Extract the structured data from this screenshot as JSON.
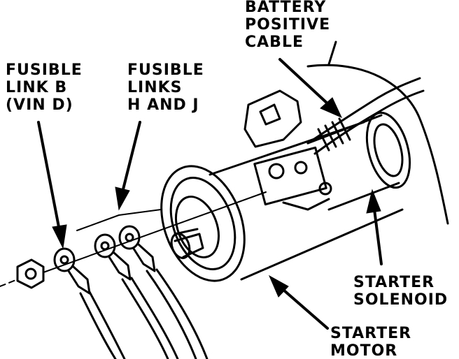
{
  "labels": {
    "battery_cable": [
      "BATTERY",
      "POSITIVE",
      "CABLE"
    ],
    "fusible_link_b": [
      "FUSIBLE",
      "LINK B",
      "(VIN D)"
    ],
    "fusible_links_hj": [
      "FUSIBLE",
      "LINKS",
      "H AND J"
    ],
    "starter_solenoid": [
      "STARTER",
      "SOLENOID"
    ],
    "starter_motor": [
      "STARTER",
      "MOTOR"
    ]
  },
  "colors": {
    "ink": "#000000",
    "paper": "#ffffff"
  }
}
